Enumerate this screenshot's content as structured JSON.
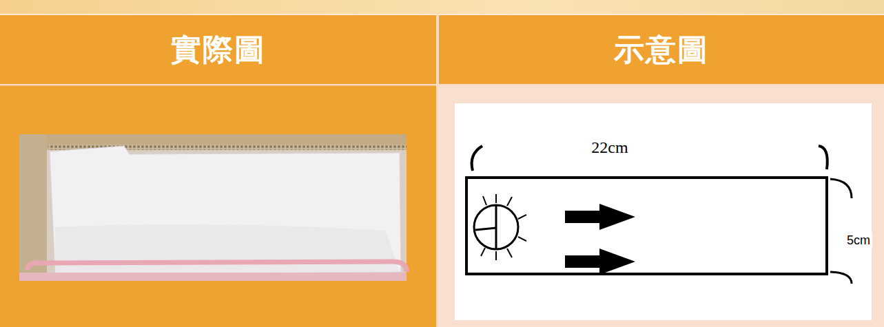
{
  "diagram": {
    "nodes": [
      {
        "text": [
          "實際圖"
        ]
      },
      {
        "text": [
          "示意圖"
        ]
      }
    ],
    "labels": [
      "22cm",
      "5cm"
    ]
  }
}
